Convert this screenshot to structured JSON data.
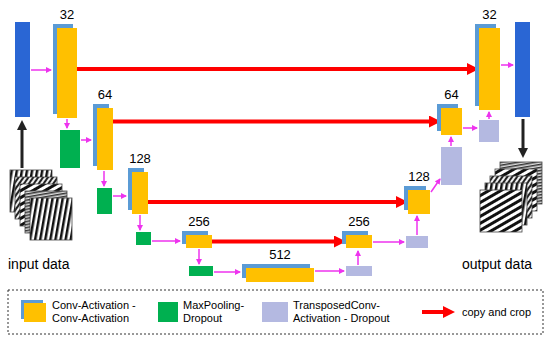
{
  "diagram": {
    "nodes": [
      {
        "text": [
          "32"
        ]
      },
      {
        "text": [
          "64"
        ]
      },
      {
        "text": [
          "128"
        ]
      },
      {
        "text": [
          "256"
        ]
      },
      {
        "text": [
          "512"
        ]
      },
      {
        "text": [
          "256"
        ]
      },
      {
        "text": [
          "128"
        ]
      },
      {
        "text": [
          "64"
        ]
      },
      {
        "text": [
          "32"
        ]
      }
    ],
    "edges": [
      {
        "from": 0,
        "to": 8,
        "arrow": "to"
      },
      {
        "from": 1,
        "to": 7,
        "arrow": "to"
      },
      {
        "from": 2,
        "to": 6,
        "arrow": "to"
      },
      {
        "from": 3,
        "to": 5,
        "arrow": "to"
      }
    ],
    "labels": [
      "input data",
      "output data"
    ],
    "legend": [
      {
        "text": "Conv-Activation - Conv-Activation",
        "color": "#ffc000"
      },
      {
        "text": "MaxPooling-Dropout",
        "color": "#00b050"
      },
      {
        "text": "TransposedConv-Activation - Dropout",
        "color": "#b4b9e1"
      },
      {
        "text": "copy and crop"
      }
    ]
  }
}
